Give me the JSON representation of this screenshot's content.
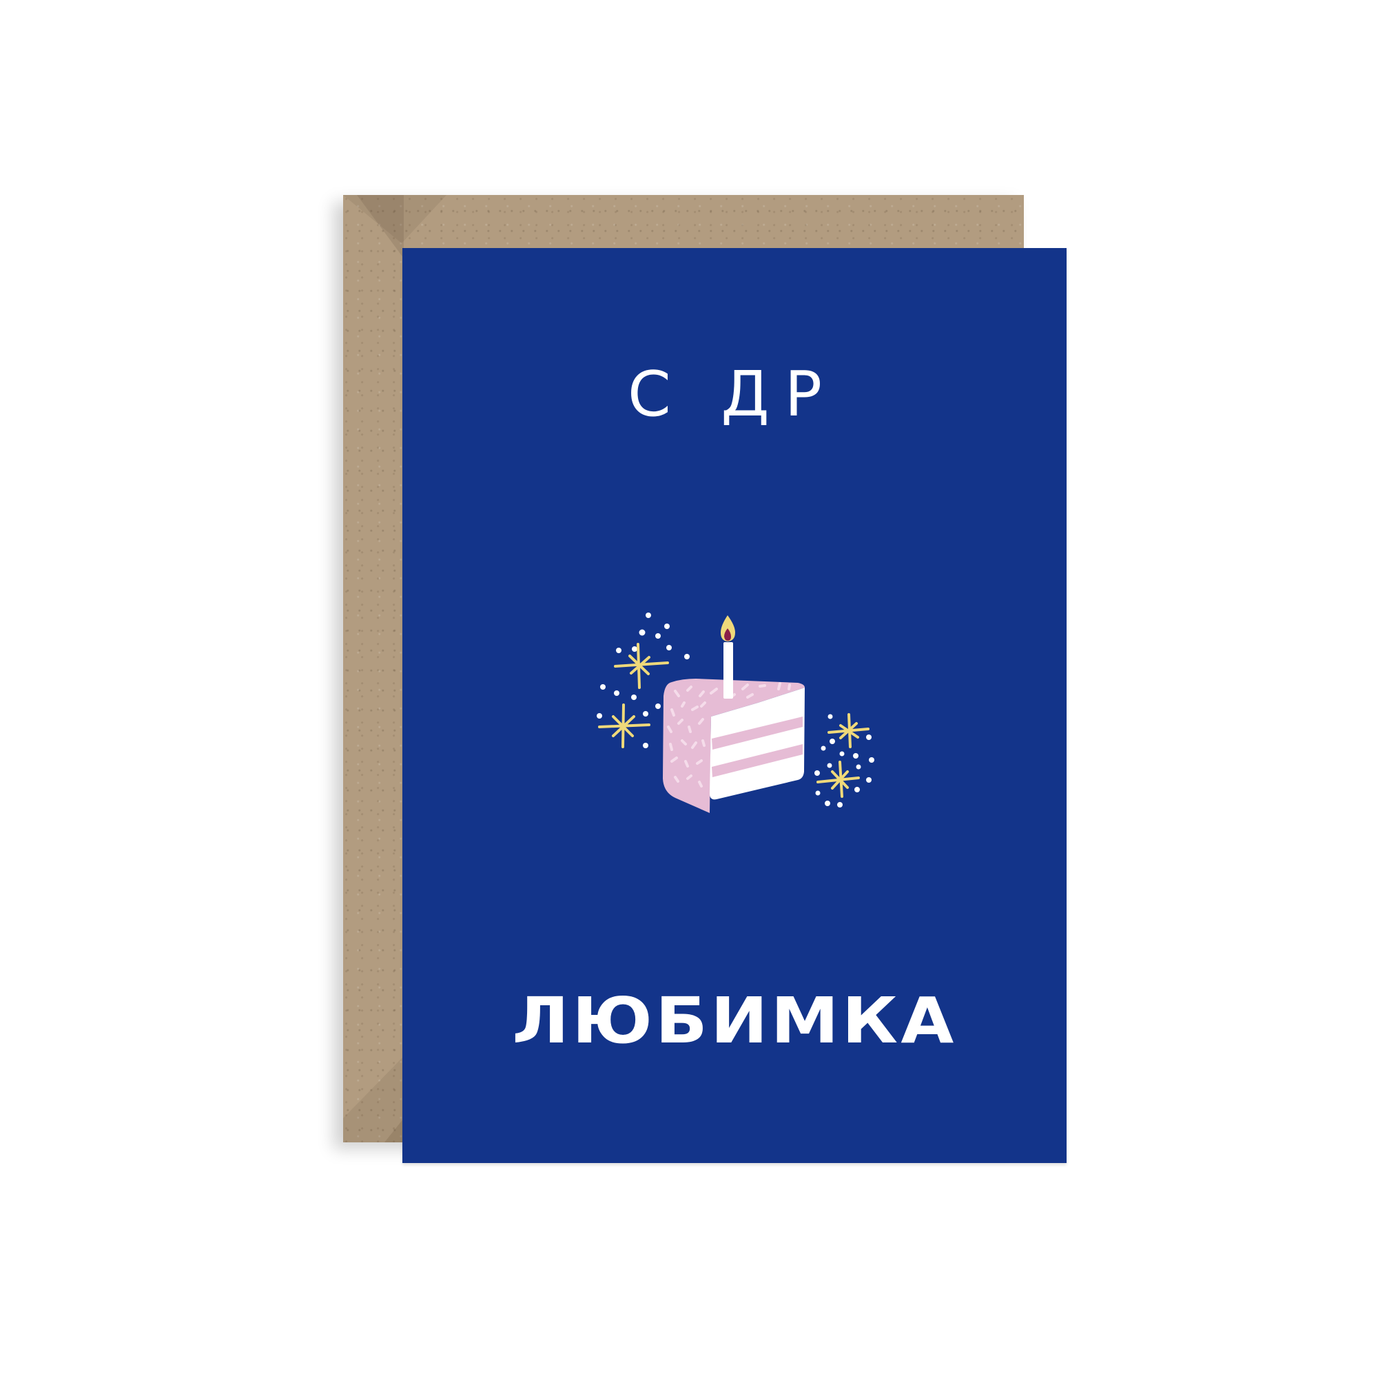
{
  "scene": {
    "type": "greeting-card-mockup",
    "background_color": "#ffffff"
  },
  "envelope": {
    "color": "#b29c80",
    "material": "kraft paper"
  },
  "card": {
    "background_color": "#13348a",
    "text_color": "#ffffff",
    "heading": "С ДР",
    "footer": "ЛЮБИМКА"
  },
  "illustration": {
    "subject": "cake-slice-with-candle",
    "colors": {
      "cake_pink": "#e8bcd6",
      "cake_cream": "#ffffff",
      "sprinkles": "#f3d8e8",
      "flame_outer": "#f0d77a",
      "flame_inner": "#8a1f48",
      "sparkle": "#efd97a",
      "dots": "#ffffff"
    }
  }
}
